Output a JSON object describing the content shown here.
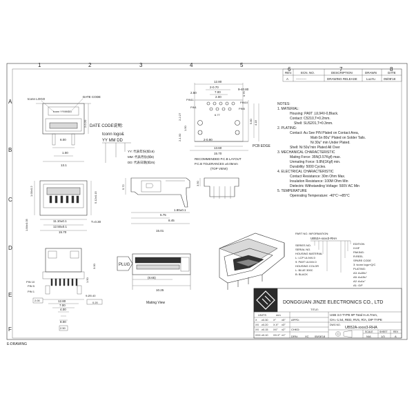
{
  "border": {
    "col_numbers": [
      "1",
      "2",
      "3",
      "4",
      "5",
      "6",
      "7",
      "8"
    ],
    "row_letters": [
      "A",
      "B",
      "C",
      "D",
      "E",
      "F"
    ],
    "drawing_label": "E-DRAWING"
  },
  "revision_table": {
    "headers": [
      "REV.",
      "ECN. NO.",
      "DESCRIPTION",
      "DRAWN",
      "DATE"
    ],
    "row": [
      "A",
      "----------",
      "DRAWING RELEASE",
      "LuoYu",
      "05/08'18"
    ]
  },
  "notes": [
    "NOTES:",
    "1. MATERIAL:",
    "Housing: PA9T ,UL94V-0,Black.",
    "Contact: C5210,T=0.2mm.",
    "Shell: SUS201,T=0.3mm.",
    "2. PLATING:",
    "Contact: Au See P/N Plated on Contact Area,",
    "Matt-Sn 80u\" Plated on Solder Tails.",
    "Ni 30u\" min Under Plated.",
    "Shell: Ni 50u\"min Plated All Over",
    "3. MECHANICAL CHARACTERISTIC",
    "Mating Force: 35N(3.57Kgf) max.",
    "Unmating Force: 9.8N(1Kgf) min.",
    "Durability: 5000 Cycles.",
    "4. ELECTRICAL CHARACTERISTIC",
    "Contact Resistance: 30m Ohm Max.",
    "Insulation Resistance: 100M Ohm Min",
    "Dielectric Withstanding Voltage: 500V AC Min",
    "5. TEMPERATURE",
    "Openrating Temperature: -40°C~+85°C"
  ],
  "part_info": {
    "title": "PART NO. INFORMATION:",
    "code": "UB52A-xxxx3-RHA",
    "left_lines": [
      "SERIES NO.",
      "SERIAL NO.",
      "HOUSING MATERIAL",
      "L: LCP  UL94V-0",
      "9: PA9T UL94V-0",
      "HOUSING COLOR",
      "L: BLUE 300C",
      "B: BLACK"
    ],
    "right_lines": [
      "EDITION",
      "H:HF",
      "PAKING:",
      "R:REEL",
      "SPARE CODE",
      "3: tconn logo+Q/C",
      "PLATING:",
      "A3: Au30u\"",
      "A5: Au15u\"",
      "A2: Au1u\"",
      "A1: G/F"
    ]
  },
  "view_labels": {
    "tconn_logo": "tconn LOGO",
    "date_code": "DATE CODE",
    "tconn_yymmdd": "tconn YYMMDD",
    "date_code_explain": "DATE CODE说明:",
    "logo_line1": "tconn logo&",
    "logo_line2": "YY MM DD",
    "yy": "YY: 代表年份(如18)",
    "mm": "MM: 代表月份(如8)",
    "dd": "DD: 代表日期(如25)",
    "pcb_layout_1": "RECOMMENDED P.C.B LAYOUT",
    "pcb_layout_2": "P.C.B TOLERANCES ±0.05mm",
    "pcb_layout_3": "(TOP VIEW)",
    "pcb_edge": "PCB EDGE",
    "pin1": "PIN1",
    "pin5": "PIN5",
    "pin10": "PIN10",
    "pin11": "PIN11",
    "pin_10": "PIN 10",
    "pin_5": "PIN 5",
    "pin_1": "PIN 1",
    "plug": "PLUG",
    "mating_view": "Mating View",
    "dims": {
      "d12_80": "12.80",
      "d2_0_70": "2-0.70",
      "d7_00": "7.00",
      "d2_00": "2.00",
      "d2_50": "2.50",
      "d9_40_80": "9-40.80",
      "d0_75": "0.75",
      "d6_00": "6.00",
      "d1_00": "1.00",
      "d13_1": "13.1",
      "d2_0_20": "2-0.20",
      "d13_60": "13.60",
      "d15_70": "15.70",
      "d2_0_90": "2-0.90",
      "d2_27": "2-2.27",
      "d1_50": "2-1.50",
      "d1_50b": "1.50",
      "d5_80": "5.80",
      "d4_18": "4.18",
      "d6_77": "6.77",
      "d5_12": "5.12±0.15",
      "d1_00b": "1.00±0.2",
      "d11_10": "11.10±0.1",
      "d12_50": "12.50±0.1",
      "d15_70b": "15.70",
      "d1_84": "1.84±0.05",
      "t030": "T=0.30",
      "d5_72": "5.72",
      "d3_50": "3.50",
      "d5_75": "5.75",
      "d8_45": "8.45",
      "d1_80": "1.80±0.1",
      "d15_01": "15.01",
      "d9_3": "3.00",
      "d12_80b": "12.80",
      "d7_00b": "7.00",
      "d8_00": "8.00",
      "d4_00": "4.00",
      "d2_50b": "2.50",
      "d2_00b": "2.00",
      "d1_50c": "1.50",
      "d9_0_40": "9-Ø0.40",
      "d0_20": "0.20",
      "d8_65": "(8.65)",
      "d10_25": "10.25"
    }
  },
  "title_block": {
    "company": "DONGGUAN JINZE ELECTRONICS CO., LTD",
    "title_label": "TITLE:",
    "title_1": "USB 3.0 TYPE 9P Total H=6.7mm,",
    "title_2": "CH=-1.54, RED, RVS, R/A, DIP TYPE",
    "units": "UNITS",
    "mm": "mm",
    "appd": "APPD:",
    "chkd": "CHKD:",
    "drn": "DRN:",
    "drn_by": "XC",
    "drn_date": "05/08'18",
    "dwg_no_label": "DWG NO.",
    "dwg_no": "UB52A-xxxx3-RHA",
    "scale_label": "SCALE",
    "sheet_label": "SHEET",
    "rev_label": "REV",
    "scale": "N/A",
    "sheet": "1/3",
    "rev": "A",
    "tolerances": [
      [
        "X",
        ".±0.30",
        "X°",
        "±5°"
      ],
      [
        "XX",
        ".±0.20",
        "X.X°",
        "±3°"
      ],
      [
        "XX",
        ".±0.15",
        "XX°",
        "±2°"
      ],
      [
        "XXX",
        ".±0.10",
        "XX.X°",
        "±1°"
      ]
    ]
  }
}
